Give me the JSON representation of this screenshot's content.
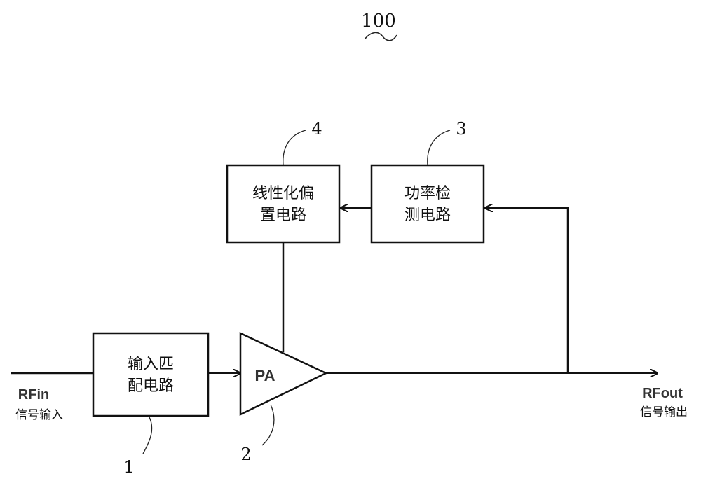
{
  "figure_number": "100",
  "blocks": {
    "input_match": {
      "line1": "输入匹",
      "line2": "配电路",
      "ref": "1"
    },
    "pa": {
      "label": "PA",
      "ref": "2"
    },
    "power_detect": {
      "line1": "功率检",
      "line2": "测电路",
      "ref": "3"
    },
    "linear_bias": {
      "line1": "线性化偏",
      "line2": "置电路",
      "ref": "4"
    }
  },
  "signals": {
    "input_name": "RFin",
    "input_desc": "信号输入",
    "output_name": "RFout",
    "output_desc": "信号输出"
  }
}
